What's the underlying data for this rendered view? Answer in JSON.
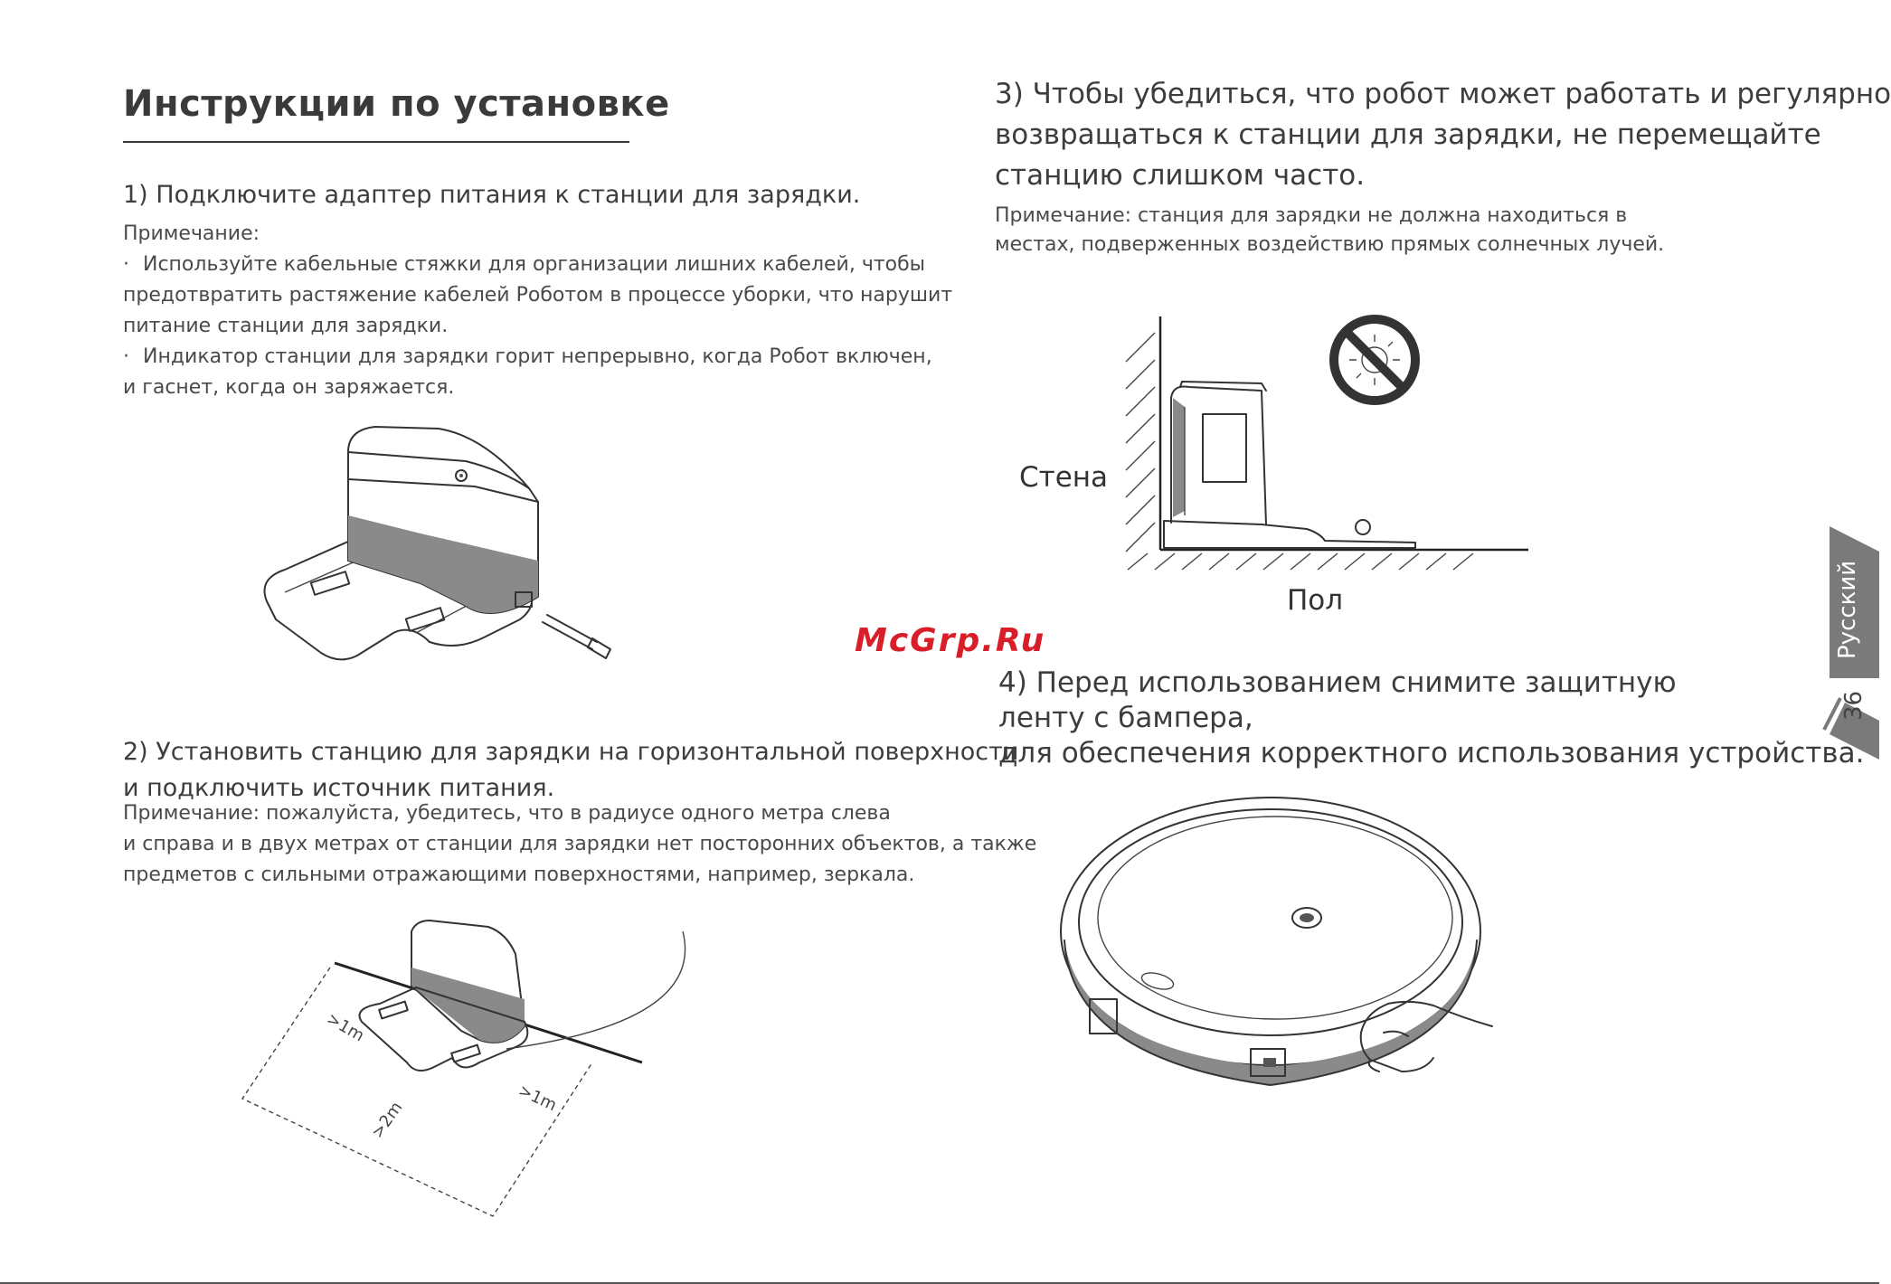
{
  "page": {
    "title": "Инструкции по установке",
    "watermark": "McGrp.Ru",
    "language_tab": "Русский",
    "page_number": "36"
  },
  "step1": {
    "heading": "1) Подключите адаптер питания к станции для зарядки.",
    "note_label": "Примечание:",
    "bullet": "·",
    "bullet1_lines": [
      "Используйте кабельные стяжки для организации лишних кабелей, чтобы",
      "предотвратить растяжение кабелей Роботом в процессе уборки, что нарушит",
      "питание станции для зарядки."
    ],
    "bullet2_lines": [
      "Индикатор станции для зарядки горит непрерывно, когда Робот включен,",
      "и гаснет, когда он заряжается."
    ]
  },
  "step2": {
    "heading_lines": [
      "2) Установить станцию для зарядки на горизонтальной поверхности",
      "и подключить источник питания."
    ],
    "note_lines": [
      "Примечание: пожалуйста, убедитесь, что в радиусе одного метра слева",
      "и справа и в двух метрах от станции для зарядки нет посторонних объектов, а также",
      "предметов с сильными отражающими поверхностями, например, зеркала."
    ],
    "diagram_labels": {
      "left": ">1m",
      "right": ">1m",
      "front": ">2m"
    }
  },
  "step3": {
    "heading_lines": [
      "3) Чтобы убедиться, что робот может работать и регулярно",
      "возвращаться к станции для зарядки, не перемещайте",
      "станцию слишком часто."
    ],
    "note_lines": [
      "Примечание: станция для зарядки не должна находиться в",
      "местах, подверженных воздействию прямых солнечных лучей."
    ],
    "wall_label": "Стена",
    "floor_label": "Пол"
  },
  "step4": {
    "heading_lines": [
      "4) Перед использованием снимите защитную",
      "ленту с бампера,",
      "для обеспечения корректного использования устройства."
    ]
  }
}
